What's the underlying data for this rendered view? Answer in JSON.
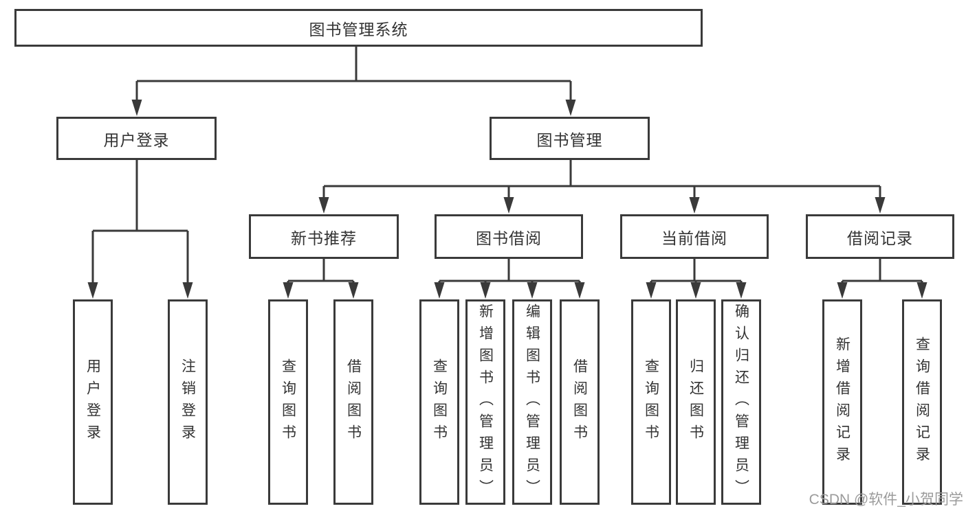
{
  "diagram": {
    "title": "图书管理系统",
    "tree": {
      "root": {
        "label": "图书管理系统",
        "children": [
          {
            "label": "用户登录",
            "children": [
              {
                "label": "用户登录"
              },
              {
                "label": "注销登录"
              }
            ]
          },
          {
            "label": "图书管理",
            "children": [
              {
                "label": "新书推荐",
                "children": [
                  {
                    "label": "查询图书"
                  },
                  {
                    "label": "借阅图书"
                  }
                ]
              },
              {
                "label": "图书借阅",
                "children": [
                  {
                    "label": "查询图书"
                  },
                  {
                    "label": "新增图书（管理员）"
                  },
                  {
                    "label": "编辑图书（管理员）"
                  },
                  {
                    "label": "借阅图书"
                  }
                ]
              },
              {
                "label": "当前借阅",
                "children": [
                  {
                    "label": "查询图书"
                  },
                  {
                    "label": "归还图书"
                  },
                  {
                    "label": "确认归还（管理员）"
                  }
                ]
              },
              {
                "label": "借阅记录",
                "children": [
                  {
                    "label": "新增借阅记录"
                  },
                  {
                    "label": "查询借阅记录"
                  }
                ]
              }
            ]
          }
        ]
      }
    }
  },
  "watermark": {
    "text": "CSDN @软件_小贺同学"
  },
  "colors": {
    "line": "#3a3a3a",
    "text": "#333333",
    "watermark": "#9b9b9b",
    "background": "#ffffff"
  }
}
